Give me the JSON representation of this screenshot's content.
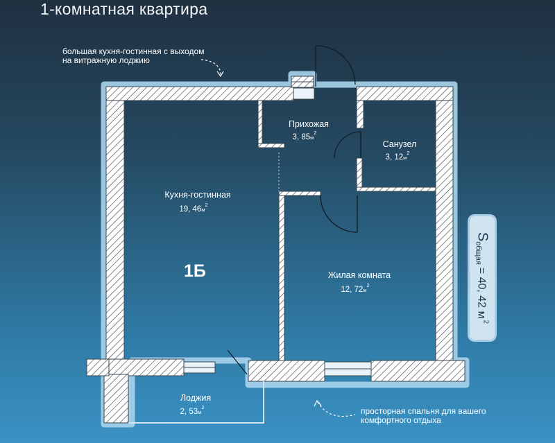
{
  "title": "1-комнатная квартира",
  "unit_code": "1Б",
  "notes": {
    "top": "большая кухня-гостинная с выходом на витражную лоджию",
    "bottom": "просторная спальня для вашего комфортного отдыха"
  },
  "rooms": {
    "hall": {
      "name": "Прихожая",
      "area": "3, 85",
      "unit": "м",
      "power": "2"
    },
    "bathroom": {
      "name": "Санузел",
      "area": "3, 12",
      "unit": "м",
      "power": "2"
    },
    "kitchen": {
      "name": "Кухня-гостинная",
      "area": "19, 46",
      "unit": "м",
      "power": "2"
    },
    "bedroom": {
      "name": "Жилая комната",
      "area": "12, 72",
      "unit": "м",
      "power": "2"
    },
    "loggia": {
      "name": "Лоджия",
      "area": "2, 53",
      "unit": "м",
      "power": "2"
    }
  },
  "total": {
    "symbol": "S",
    "subscript": "общая",
    "value": "= 40, 42 м",
    "power": "2"
  },
  "colors": {
    "wall_fill": "#ffffff",
    "hatch": "#3a4650",
    "glow": "#a9d3ec",
    "badge": "#cfe3f0"
  }
}
